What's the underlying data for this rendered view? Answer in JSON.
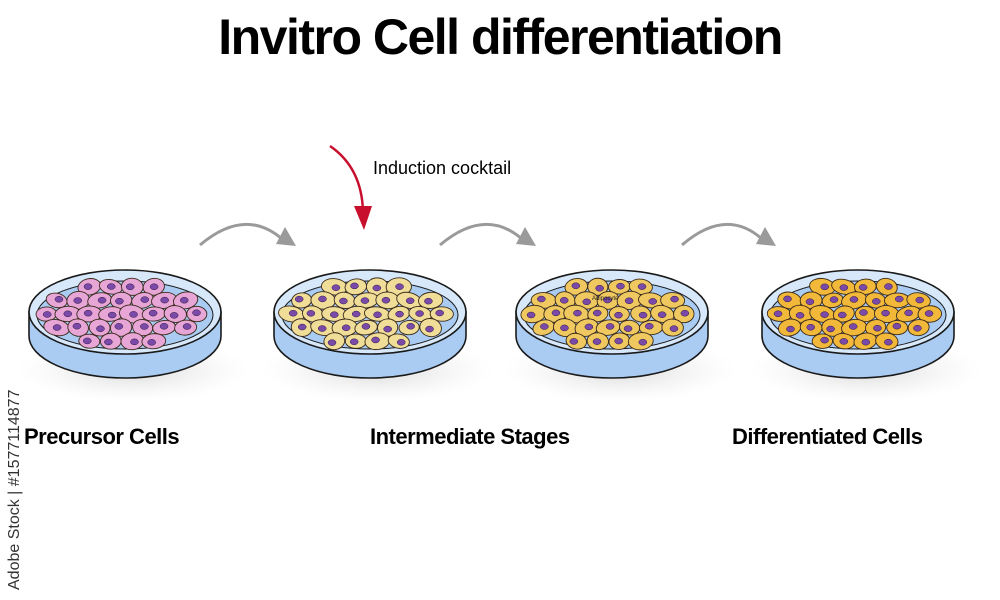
{
  "title": "Invitro Cell differentiation",
  "annotation": "Induction cocktail",
  "dish_labels": [
    "Precursor Cells",
    "Intermediate Stages",
    "Differentiated Cells"
  ],
  "stock_text": "Adobe Stock | #1577114877",
  "cell_text": "Adipocyte",
  "colors": {
    "precursor_cell": "#e8a6d6",
    "intermediate_cell": "#f0dd98",
    "adipogenic_cell": "#f0c860",
    "differentiated_cell": "#f2b83a",
    "nucleus": "#7b4aa8",
    "dish": "#aaccf2",
    "dish_rim": "#d7e8fb",
    "arrow_gray": "#9a9a9a",
    "arrow_red": "#c8102e"
  }
}
